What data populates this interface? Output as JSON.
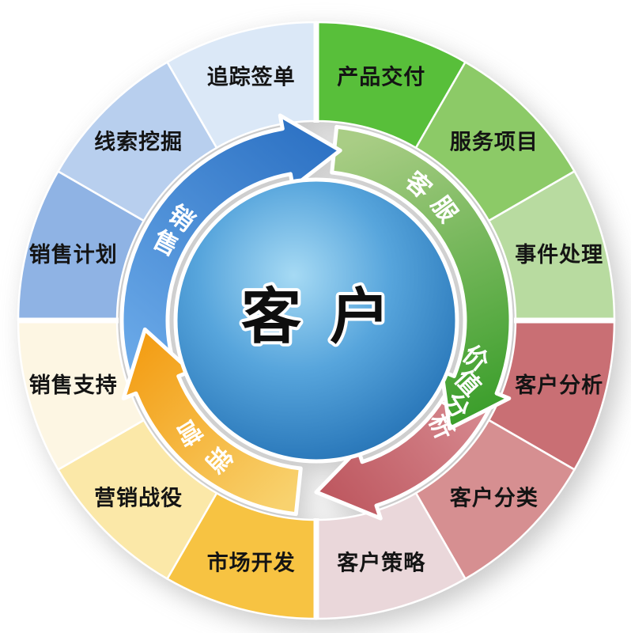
{
  "center": {
    "label": "客户",
    "sphere_colors": [
      "#a6daf4",
      "#57a5dc",
      "#2e7cbd",
      "#1b629f"
    ]
  },
  "quadrants": [
    {
      "name": "sales",
      "theme_color": "#3a7fd0",
      "arrow_label": "销售",
      "arrow_gradient": [
        "#6aa9e8",
        "#2d72c4"
      ],
      "segments": [
        {
          "label": "销售计划",
          "color": "#8fb3e4"
        },
        {
          "label": "线索挖掘",
          "color": "#b8cfee"
        },
        {
          "label": "追踪签单",
          "color": "#dbe8f7"
        }
      ]
    },
    {
      "name": "customer-service",
      "theme_color": "#4aae2f",
      "arrow_label": "客服",
      "arrow_gradient": [
        "#a9cd85",
        "#3b9e2b"
      ],
      "segments": [
        {
          "label": "产品交付",
          "color": "#58bf3a"
        },
        {
          "label": "服务项目",
          "color": "#8cca67"
        },
        {
          "label": "事件处理",
          "color": "#b8dba0"
        }
      ]
    },
    {
      "name": "value-analysis",
      "theme_color": "#c05f63",
      "arrow_label": "价值分析",
      "arrow_gradient": [
        "#db9298",
        "#bd565e"
      ],
      "segments": [
        {
          "label": "客户分析",
          "color": "#c96f74"
        },
        {
          "label": "客户分类",
          "color": "#d68f91"
        },
        {
          "label": "客户策略",
          "color": "#ead7da"
        }
      ]
    },
    {
      "name": "marketing",
      "theme_color": "#f5a214",
      "arrow_label": "营销",
      "arrow_gradient": [
        "#f8d26e",
        "#f39c12"
      ],
      "segments": [
        {
          "label": "市场开发",
          "color": "#f7c342"
        },
        {
          "label": "营销战役",
          "color": "#fbe8a8"
        },
        {
          "label": "销售支持",
          "color": "#fdf6e3"
        }
      ]
    }
  ]
}
